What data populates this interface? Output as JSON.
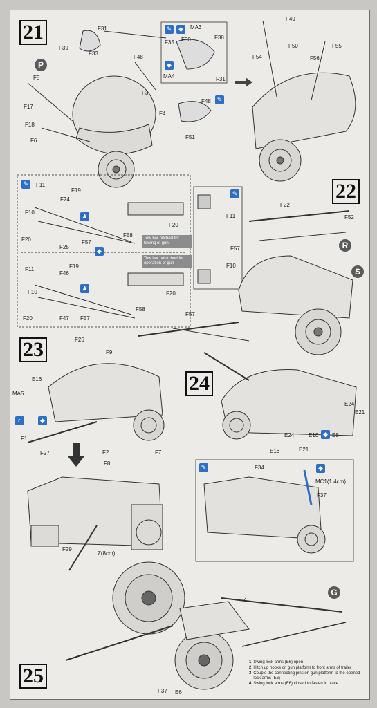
{
  "steps": [
    "21",
    "22",
    "23",
    "24",
    "25"
  ],
  "circle_letters": {
    "p": "P",
    "r": "R",
    "s": "S",
    "g": "G"
  },
  "notes": {
    "hitched": "Tow bar hitched for towing of gun",
    "unhitched": "Tow bar unhitched for operation of gun"
  },
  "instructions": [
    {
      "num": "1",
      "text": "Swing lock arms (E6) open"
    },
    {
      "num": "2",
      "text": "Hitch up hooks on gun platform to front arms of trailer"
    },
    {
      "num": "3",
      "text": "Couple the connecting pins on gun platform to the opened lock arms (E6)"
    },
    {
      "num": "4",
      "text": "Swing lock arms (E6) closed to fasten in place"
    }
  ],
  "labels": {
    "s21": [
      "F31",
      "MA3",
      "F35",
      "F30",
      "F38",
      "MA4",
      "F31",
      "F39",
      "F33",
      "F48",
      "F5",
      "F3",
      "F17",
      "F4",
      "F18",
      "F6",
      "F48",
      "F51",
      "F49",
      "F54",
      "F50",
      "F55",
      "F56"
    ],
    "s22": [
      "F11",
      "F19",
      "F24",
      "F10",
      "F20",
      "F25",
      "F57",
      "F58",
      "F20",
      "F11",
      "F19",
      "F46",
      "F10",
      "F20",
      "F47",
      "F57",
      "F58",
      "F20",
      "F11",
      "F57",
      "F10",
      "F57",
      "F22",
      "F52"
    ],
    "s23": [
      "F26",
      "F9",
      "E16",
      "MA5",
      "F1",
      "F27",
      "F2",
      "F8",
      "F7",
      "F29",
      "Z(8cm)"
    ],
    "s24": [
      "E24",
      "E21",
      "E10",
      "E8",
      "E24",
      "E16",
      "E21",
      "F34",
      "MC1(1.4cm)",
      "F37"
    ],
    "s25": [
      "Z",
      "F37",
      "E6"
    ]
  }
}
